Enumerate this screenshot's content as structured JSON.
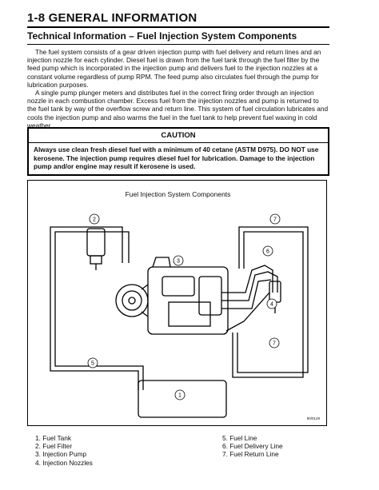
{
  "header": {
    "section_title": "1-8 GENERAL INFORMATION",
    "subheading": "Technical Information – Fuel Injection System Components"
  },
  "body": {
    "paragraph_1": "The fuel system consists of a gear driven injection pump with fuel delivery and return lines and an injection nozzle for each cylinder. Diesel fuel is drawn from the fuel tank through the fuel filter by the feed pump which is incorporated in the injection pump and delivers fuel to the injection nozzles at a constant volume regardless of pump RPM. The feed pump also circulates fuel through the pump for lubrication purposes.",
    "paragraph_2": "A single pump plunger meters and distributes fuel in the correct firing order through an injection nozzle in each combustion chamber. Excess fuel from the injection nozzles and pump is returned to the fuel tank by way of the overflow screw and return line. This system of fuel circulation lubricates and cools the injection pump and also warms the fuel in the fuel tank to help prevent fuel waxing in cold weather."
  },
  "caution": {
    "title": "CAUTION",
    "text": "Always use clean fresh diesel fuel with a minimum of 40 cetane (ASTM D975). DO NOT use kerosene. The injection pump requires diesel fuel for lubrication. Damage to the injection pump and/or engine may result if kerosene is used."
  },
  "figure": {
    "title": "Fuel Injection System Components",
    "code": "90/0129",
    "callouts": {
      "tank": "1",
      "filter": "2",
      "pump": "3",
      "nozzle": "4",
      "line": "5",
      "delivery": "6",
      "return_top": "7",
      "return_right": "7"
    }
  },
  "legend": {
    "left": [
      "1. Fuel Tank",
      "2. Fuel Filter",
      "3. Injection Pump",
      "4. Injection Nozzles"
    ],
    "right": [
      "5. Fuel Line",
      "6. Fuel Delivery Line",
      "7. Fuel Return Line"
    ]
  }
}
